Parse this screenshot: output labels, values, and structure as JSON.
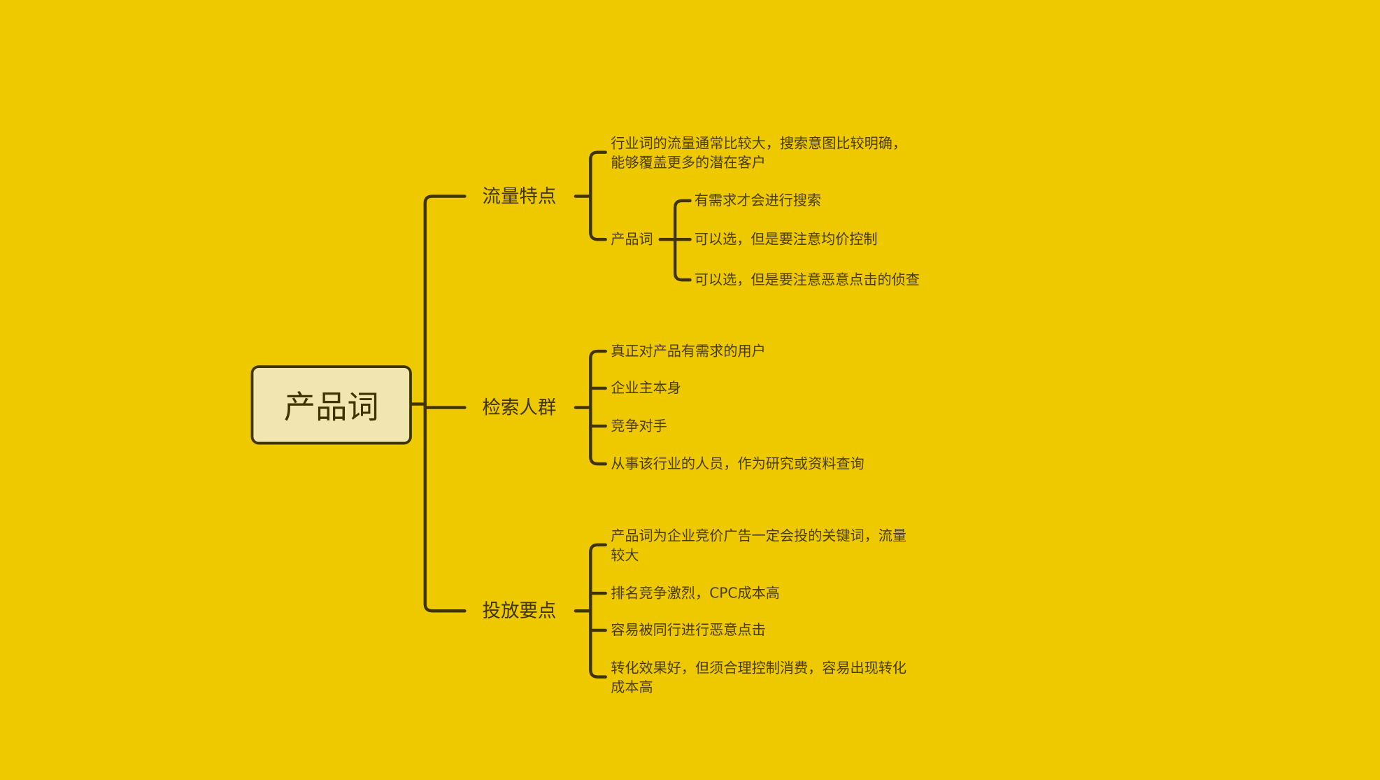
{
  "root": {
    "label": "产品词"
  },
  "branches": [
    {
      "label": "流量特点",
      "leaves": [
        "行业词的流量通常比较大，搜索意图比较明确，",
        "能够覆盖更多的潜在客户",
        "产品词"
      ],
      "sub": [
        "有需求才会进行搜索",
        "可以选，但是要注意均价控制",
        "可以选，但是要注意恶意点击的侦查"
      ]
    },
    {
      "label": "检索人群",
      "leaves": [
        "真正对产品有需求的用户",
        "企业主本身",
        "竞争对手",
        "从事该行业的人员，作为研究或资料查询"
      ]
    },
    {
      "label": "投放要点",
      "leaves": [
        "产品词为企业竞价广告一定会投的关键词，流量",
        "较大",
        "排名竞争激烈，CPC成本高",
        "容易被同行进行恶意点击",
        "转化效果好，但须合理控制消费，容易出现转化",
        "成本高"
      ]
    }
  ],
  "colors": {
    "background": "#eec900",
    "line": "#3f3400",
    "root_fill": "#f1e6b1"
  }
}
